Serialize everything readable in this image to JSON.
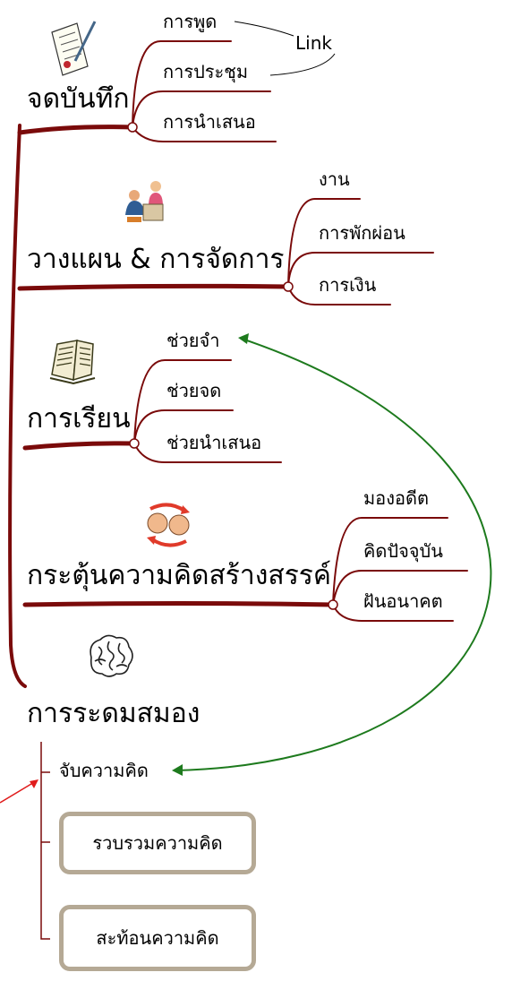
{
  "topics": [
    {
      "label": "จดบันทึก",
      "icon": "writing-icon",
      "subs": [
        "การพูด",
        "การประชุม",
        "การนำเสนอ"
      ]
    },
    {
      "label": "วางแผน & การจัดการ",
      "icon": "meeting-people-icon",
      "subs": [
        "งาน",
        "การพักผ่อน",
        "การเงิน"
      ]
    },
    {
      "label": "การเรียน",
      "icon": "open-book-icon",
      "subs": [
        "ช่วยจำ",
        "ช่วยจด",
        "ช่วยนำเสนอ"
      ]
    },
    {
      "label": "กระตุ้นความคิดสร้างสรรค์",
      "icon": "people-exchange-icon",
      "subs": [
        "มองอดีต",
        "คิดปัจจุบัน",
        "ฝันอนาคต"
      ]
    },
    {
      "label": "การระดมสมอง",
      "icon": "brain-icon",
      "subs": [
        "จับความคิด",
        "รวบรวมความคิด",
        "สะท้อนความคิด"
      ]
    }
  ],
  "link_label": "Link",
  "colors": {
    "branch": "#7a0a0a",
    "link_green": "#1d7a1d",
    "link_red": "#e01b1b",
    "box_border": "#b5a995"
  }
}
